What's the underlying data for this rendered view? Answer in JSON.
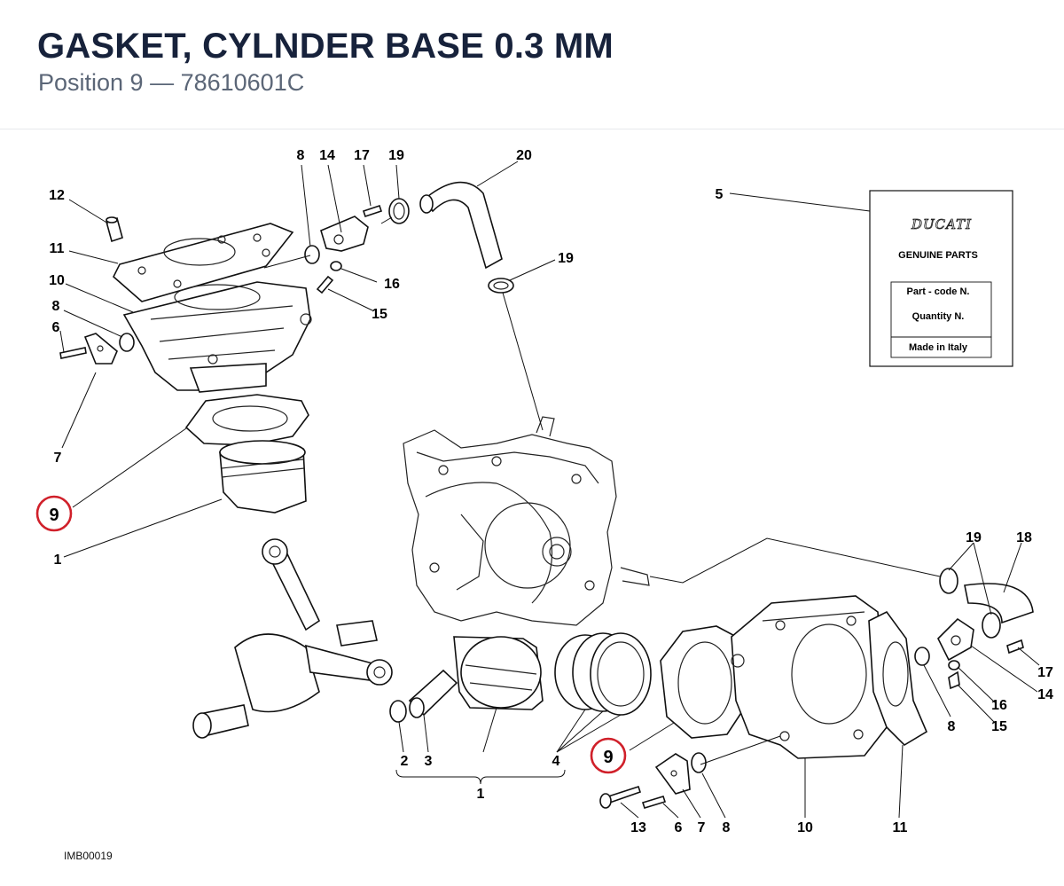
{
  "header": {
    "title": "GASKET, CYLNDER BASE 0.3 MM",
    "subtitle": "Position 9 — 78610601C"
  },
  "highlight": {
    "position": "9",
    "color": "#d0202a"
  },
  "callouts": {
    "c12": "12",
    "c11_tl": "11",
    "c10_tl": "10",
    "c8_tl": "8",
    "c6_tl": "6",
    "c7_tl": "7",
    "c9_tl": "9",
    "c1_tl": "1",
    "c8_top": "8",
    "c14_top": "14",
    "c17_top": "17",
    "c19_top": "19",
    "c20": "20",
    "c19_mid": "19",
    "c16_tl": "16",
    "c15_tl": "15",
    "c5": "5",
    "c19_r": "19",
    "c18": "18",
    "c17_r": "17",
    "c14_r": "14",
    "c16_r": "16",
    "c15_r": "15",
    "c8_r": "8",
    "c2": "2",
    "c3": "3",
    "c4": "4",
    "c1_bottom": "1",
    "c9_bottom": "9",
    "c13": "13",
    "c6_b": "6",
    "c7_b": "7",
    "c8_b": "8",
    "c10_b": "10",
    "c11_b": "11"
  },
  "label_box": {
    "brand": "DUCATI",
    "genuine": "GENUINE PARTS",
    "part_code": "Part - code N.",
    "quantity": "Quantity N.",
    "made_in": "Made in Italy"
  },
  "image_ref": "IMB00019"
}
